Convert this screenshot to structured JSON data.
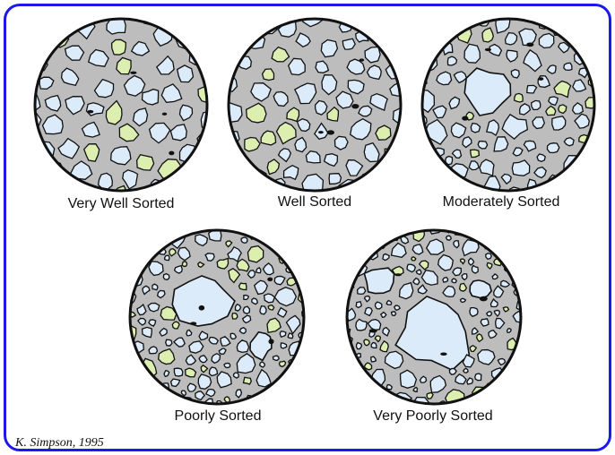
{
  "thin_sections": [
    {
      "label": "Very Well Sorted",
      "sorting": "very-well"
    },
    {
      "label": "Well Sorted",
      "sorting": "well"
    },
    {
      "label": "Moderately Sorted",
      "sorting": "moderate"
    },
    {
      "label": "Poorly Sorted",
      "sorting": "poor"
    },
    {
      "label": "Very Poorly Sorted",
      "sorting": "very-poor"
    }
  ],
  "credit": "K. Simpson, 1995",
  "colors": {
    "frame_border": "#1a1aee",
    "matrix": "#bdbdbd",
    "grain_quartz": "#dcebfa",
    "grain_feldspar": "#dcefb0",
    "outline": "#111111",
    "background": "#ffffff"
  }
}
